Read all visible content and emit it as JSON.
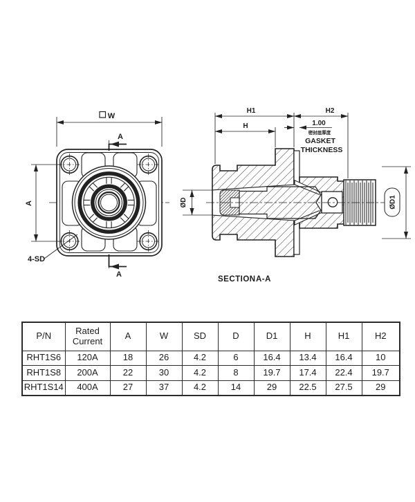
{
  "drawing": {
    "line_color": "#222222",
    "front_view": {
      "width_label": "W",
      "spacing_label": "A",
      "holes_label": "4-SD",
      "section_arrow_top": "A",
      "section_arrow_bottom": "A"
    },
    "section_view": {
      "h1": "H1",
      "h": "H",
      "h2": "H2",
      "gasket_value": "1.00",
      "gasket_note_cn": "密封层厚度",
      "gasket_word_1": "GASKET",
      "gasket_word_2": "THICKNESS",
      "dia_d": "ØD",
      "dia_d1": "ØD1",
      "caption_word": "SECTION",
      "caption_name": "A-A"
    }
  },
  "table": {
    "headers": [
      "P/N",
      "Rated Current",
      "A",
      "W",
      "SD",
      "D",
      "D1",
      "H",
      "H1",
      "H2"
    ],
    "rows": [
      [
        "RHT1S6",
        "120A",
        "18",
        "26",
        "4.2",
        "6",
        "16.4",
        "13.4",
        "16.4",
        "10"
      ],
      [
        "RHT1S8",
        "200A",
        "22",
        "30",
        "4.2",
        "8",
        "19.7",
        "17.4",
        "22.4",
        "19.7"
      ],
      [
        "RHT1S14",
        "400A",
        "27",
        "37",
        "4.2",
        "14",
        "29",
        "22.5",
        "27.5",
        "29"
      ]
    ]
  }
}
